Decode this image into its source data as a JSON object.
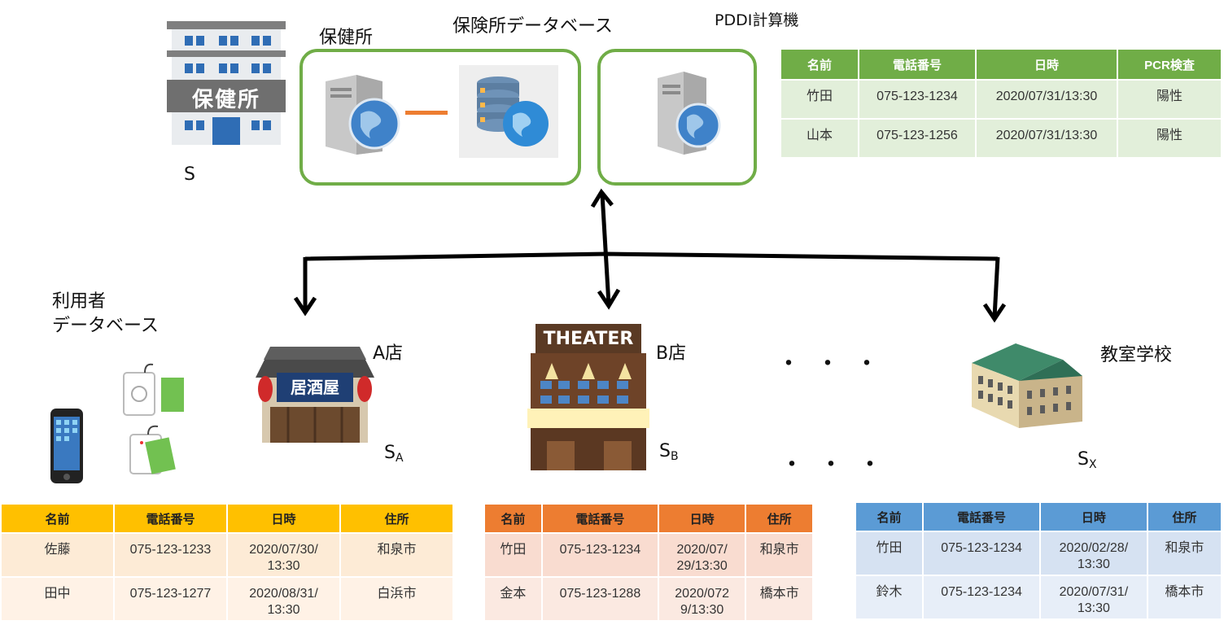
{
  "top": {
    "hoken_label": "保健所",
    "db_title": "保険所データベース",
    "pddi_label": "PDDI計算機",
    "s_label": "S",
    "building_sign": "保健所"
  },
  "users": {
    "title_line1": "利用者",
    "title_line2": "データベース"
  },
  "stores": {
    "a_label": "A店",
    "a_sign": "居酒屋",
    "a_s": "S",
    "a_sub": "A",
    "b_label": "B店",
    "b_sign": "THEATER",
    "b_s": "S",
    "b_sub": "B",
    "x_label": "教室学校",
    "x_s": "S",
    "x_sub": "X",
    "ellipsis1": "・・・",
    "ellipsis2": "・・・"
  },
  "table_health": {
    "headers": [
      "名前",
      "電話番号",
      "日時",
      "PCR検査"
    ],
    "rows": [
      [
        "竹田",
        "075-123-1234",
        "2020/07/31/13:30",
        "陽性"
      ],
      [
        "山本",
        "075-123-1256",
        "2020/07/31/13:30",
        "陽性"
      ]
    ]
  },
  "table_a": {
    "headers": [
      "名前",
      "電話番号",
      "日時",
      "住所"
    ],
    "rows": [
      [
        "佐藤",
        "075-123-1233",
        "2020/07/30/\n13:30",
        "和泉市"
      ],
      [
        "田中",
        "075-123-1277",
        "2020/08/31/\n13:30",
        "白浜市"
      ]
    ]
  },
  "table_b": {
    "headers": [
      "名前",
      "電話番号",
      "日時",
      "住所"
    ],
    "rows": [
      [
        "竹田",
        "075-123-1234",
        "2020/07/\n29/13:30",
        "和泉市"
      ],
      [
        "金本",
        "075-123-1288",
        "2020/072\n9/13:30",
        "橋本市"
      ]
    ]
  },
  "table_x": {
    "headers": [
      "名前",
      "電話番号",
      "日時",
      "住所"
    ],
    "rows": [
      [
        "竹田",
        "075-123-1234",
        "2020/02/28/\n13:30",
        "和泉市"
      ],
      [
        "鈴木",
        "075-123-1234",
        "2020/07/31/\n13:30",
        "橋本市"
      ]
    ]
  },
  "colors": {
    "green": "#70ad47",
    "yellow": "#ffc000",
    "orange": "#ed7d31",
    "blue": "#5b9bd5"
  }
}
